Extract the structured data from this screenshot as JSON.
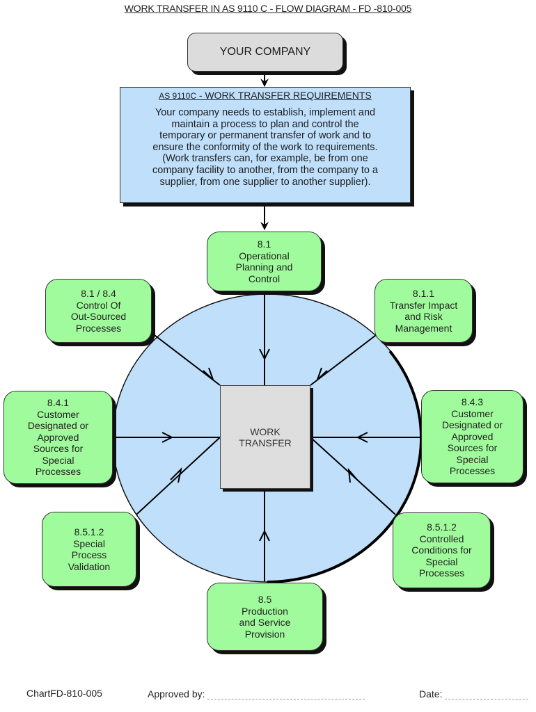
{
  "title": "WORK TRANSFER IN AS 9110 C - FLOW DIAGRAM - FD -810-005",
  "company_box": {
    "label": "YOUR COMPANY"
  },
  "requirements_box": {
    "standard": "AS 9110C",
    "heading": " - WORK TRANSFER REQUIREMENTS",
    "body": "Your company needs to establish, implement and\nmaintain a process to plan and control the\ntemporary or permanent transfer of work and to\nensure the conformity of the work to requirements.\n(Work transfers can, for example, be from one\ncompany facility to another, from the company to a\nsupplier, from one supplier to another supplier)."
  },
  "center_box": {
    "label": "WORK\nTRANSFER"
  },
  "process_boxes": [
    {
      "id": "top",
      "clause": "8.1",
      "label": "Operational\nPlanning and\nControl"
    },
    {
      "id": "upper-left",
      "clause": "8.1 / 8.4",
      "label": "Control Of\nOut-Sourced\nProcesses"
    },
    {
      "id": "upper-right",
      "clause": "8.1.1",
      "label": "Transfer Impact\nand Risk\nManagement"
    },
    {
      "id": "mid-left",
      "clause": "8.4.1",
      "label": "Customer\nDesignated or\nApproved\nSources for\nSpecial\nProcesses"
    },
    {
      "id": "mid-right",
      "clause": "8.4.3",
      "label": "Customer\nDesignated or\nApproved\nSources for\nSpecial\nProcesses"
    },
    {
      "id": "lower-left",
      "clause": "8.5.1.2",
      "label": "Special\nProcess\nValidation"
    },
    {
      "id": "lower-right",
      "clause": "8.5.1.2",
      "label": "Controlled\nConditions for\nSpecial\nProcesses"
    },
    {
      "id": "bottom",
      "clause": "8.5",
      "label": "Production\nand Service\nProvision"
    }
  ],
  "colors": {
    "process_fill": "#9ffb9b",
    "requirements_fill": "#bfdffb",
    "circle_fill": "#bfdffb",
    "center_fill": "#dedede",
    "company_fill": "#dcdcdc"
  },
  "footer": {
    "chart_id": "ChartFD-810-005",
    "approved_label": "Approved by:",
    "date_label": "Date:"
  }
}
